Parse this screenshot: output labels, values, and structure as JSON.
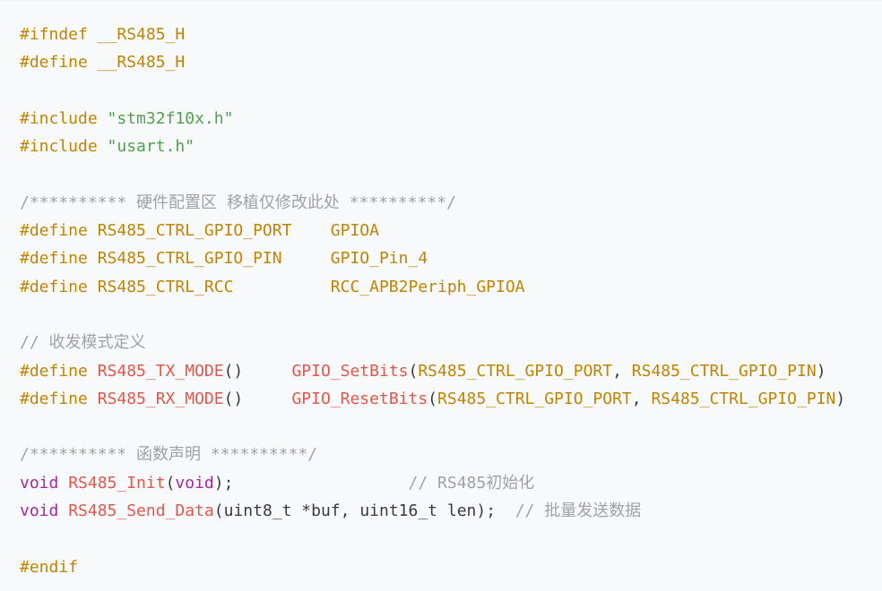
{
  "colors": {
    "background": "#f8f9fa",
    "macro": "#c18401",
    "string": "#50a14f",
    "comment": "#a0a1a7",
    "function": "#e45649",
    "keyword": "#a626a4",
    "plain": "#383a42"
  },
  "code": {
    "language": "c",
    "lines": [
      [
        {
          "t": "#ifndef __RS485_H",
          "c": "macro"
        }
      ],
      [
        {
          "t": "#define __RS485_H",
          "c": "macro"
        }
      ],
      [],
      [
        {
          "t": "#include ",
          "c": "macro"
        },
        {
          "t": "\"stm32f10x.h\"",
          "c": "string"
        }
      ],
      [
        {
          "t": "#include ",
          "c": "macro"
        },
        {
          "t": "\"usart.h\"",
          "c": "string"
        }
      ],
      [],
      [
        {
          "t": "/********** 硬件配置区 移植仅修改此处 **********/",
          "c": "comment"
        }
      ],
      [
        {
          "t": "#define RS485_CTRL_GPIO_PORT    GPIOA",
          "c": "macro"
        }
      ],
      [
        {
          "t": "#define RS485_CTRL_GPIO_PIN     GPIO_Pin_4",
          "c": "macro"
        }
      ],
      [
        {
          "t": "#define RS485_CTRL_RCC          RCC_APB2Periph_GPIOA",
          "c": "macro"
        }
      ],
      [],
      [
        {
          "t": "// 收发模式定义",
          "c": "comment"
        }
      ],
      [
        {
          "t": "#define ",
          "c": "macro"
        },
        {
          "t": "RS485_TX_MODE",
          "c": "function"
        },
        {
          "t": "()     ",
          "c": "plain"
        },
        {
          "t": "GPIO_SetBits",
          "c": "function"
        },
        {
          "t": "(",
          "c": "plain"
        },
        {
          "t": "RS485_CTRL_GPIO_PORT",
          "c": "macro"
        },
        {
          "t": ", ",
          "c": "plain"
        },
        {
          "t": "RS485_CTRL_GPIO_PIN",
          "c": "macro"
        },
        {
          "t": ")",
          "c": "plain"
        }
      ],
      [
        {
          "t": "#define ",
          "c": "macro"
        },
        {
          "t": "RS485_RX_MODE",
          "c": "function"
        },
        {
          "t": "()     ",
          "c": "plain"
        },
        {
          "t": "GPIO_ResetBits",
          "c": "function"
        },
        {
          "t": "(",
          "c": "plain"
        },
        {
          "t": "RS485_CTRL_GPIO_PORT",
          "c": "macro"
        },
        {
          "t": ", ",
          "c": "plain"
        },
        {
          "t": "RS485_CTRL_GPIO_PIN",
          "c": "macro"
        },
        {
          "t": ")",
          "c": "plain"
        }
      ],
      [],
      [
        {
          "t": "/********** 函数声明 **********/",
          "c": "comment"
        }
      ],
      [
        {
          "t": "void",
          "c": "keyword"
        },
        {
          "t": " ",
          "c": "plain"
        },
        {
          "t": "RS485_Init",
          "c": "function"
        },
        {
          "t": "(",
          "c": "plain"
        },
        {
          "t": "void",
          "c": "keyword"
        },
        {
          "t": ");                  ",
          "c": "plain"
        },
        {
          "t": "// RS485初始化",
          "c": "comment"
        }
      ],
      [
        {
          "t": "void",
          "c": "keyword"
        },
        {
          "t": " ",
          "c": "plain"
        },
        {
          "t": "RS485_Send_Data",
          "c": "function"
        },
        {
          "t": "(uint8_t *buf, uint16_t len);  ",
          "c": "plain"
        },
        {
          "t": "// 批量发送数据",
          "c": "comment"
        }
      ],
      [],
      [
        {
          "t": "#endif",
          "c": "macro"
        }
      ]
    ]
  }
}
